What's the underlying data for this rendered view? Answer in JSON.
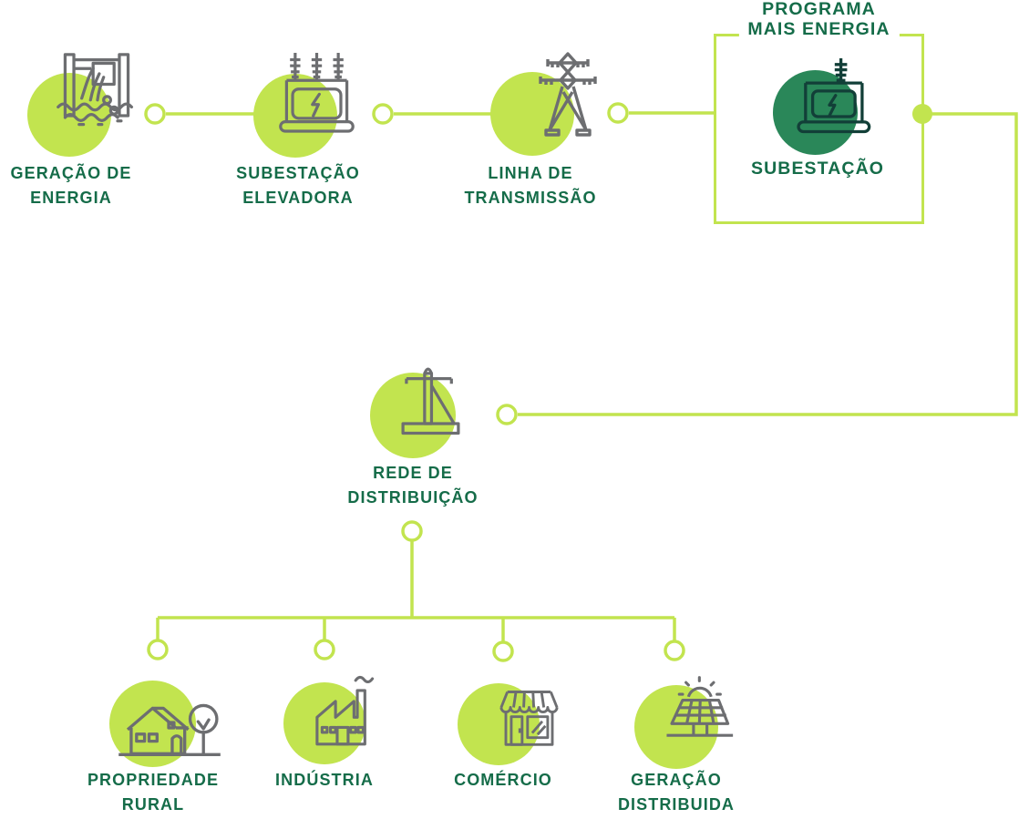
{
  "program_box": {
    "title": "PROGRAMA\nMAIS ENERGIA"
  },
  "nodes": [
    {
      "id": "geracao-energia",
      "label": "GERAÇÃO DE\nENERGIA",
      "icon": "hydro-dam-icon"
    },
    {
      "id": "subestacao-elevadora",
      "label": "SUBESTAÇÃO\nELEVADORA",
      "icon": "step-up-transformer-icon"
    },
    {
      "id": "linha-transmissao",
      "label": "LINHA DE\nTRANSMISSÃO",
      "icon": "transmission-tower-icon"
    },
    {
      "id": "subestacao",
      "label": "SUBESTAÇÃO",
      "icon": "substation-icon",
      "highlighted": true
    },
    {
      "id": "rede-distribuicao",
      "label": "REDE DE\nDISTRIBUIÇÃO",
      "icon": "utility-pole-icon"
    },
    {
      "id": "propriedade-rural",
      "label": "PROPRIEDADE\nRURAL",
      "icon": "farm-house-icon"
    },
    {
      "id": "industria",
      "label": "INDÚSTRIA",
      "icon": "factory-icon"
    },
    {
      "id": "comercio",
      "label": "COMÉRCIO",
      "icon": "storefront-icon"
    },
    {
      "id": "geracao-distribuida",
      "label": "GERAÇÃO\nDISTRIBUIDA",
      "icon": "solar-panel-icon"
    }
  ],
  "colors": {
    "lime": "#c2e44f",
    "dark_circle": "#2a8759",
    "text_green": "#156c49",
    "icon_gray": "#6d6e71",
    "icon_dark": "#123f38"
  }
}
